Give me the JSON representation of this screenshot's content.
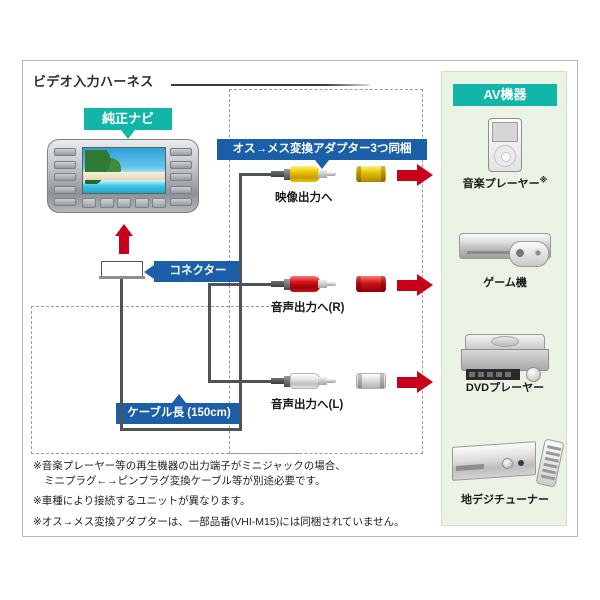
{
  "diagram": {
    "title": "ビデオ入力ハーネス",
    "labels": {
      "nav_unit": "純正ナビ",
      "adapter_note": "オス→メス変換アダプター3つ同梱",
      "connector": "コネクター",
      "cable_length": "ケーブル長 (150cm)"
    },
    "outputs": [
      {
        "label": "映像出力へ",
        "color": "#ecc400",
        "color_name": "yellow"
      },
      {
        "label": "音声出力へ(R)",
        "color": "#d4121b",
        "color_name": "red"
      },
      {
        "label": "音声出力へ(L)",
        "color": "#e6e6e6",
        "color_name": "white"
      }
    ],
    "av_panel": {
      "title": "AV機器",
      "devices": [
        {
          "name": "音楽プレーヤー",
          "mark": "※"
        },
        {
          "name": "ゲーム機",
          "mark": ""
        },
        {
          "name": "DVDプレーヤー",
          "mark": ""
        },
        {
          "name": "地デジチューナー",
          "mark": ""
        }
      ]
    },
    "footnotes": [
      {
        "line1": "※音楽プレーヤー等の再生機器の出力端子がミニジャックの場合、",
        "line2": "ミニプラグ←→ピンプラグ変換ケーブル等が別途必要です。"
      },
      {
        "line1": "※車種により接続するユニットが異なります。",
        "line2": ""
      },
      {
        "line1": "※オス→メス変換アダプターは、一部品番(VHI-M15)には同梱されていません。",
        "line2": ""
      }
    ],
    "colors": {
      "teal": "#12b6a8",
      "blue": "#1b5fa8",
      "red_arrow": "#c9001a",
      "panel_bg": "#eaf3e4"
    }
  }
}
